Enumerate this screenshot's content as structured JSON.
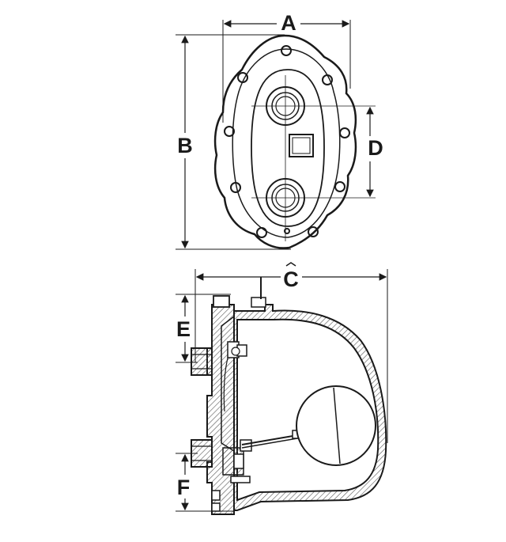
{
  "diagram": {
    "dimension_labels": {
      "a": "A",
      "b": "B",
      "c": "C",
      "d": "D",
      "e": "E",
      "f": "F"
    },
    "colors": {
      "ink": "#1a1a1a",
      "hatch": "#555555",
      "background": "#ffffff"
    }
  }
}
